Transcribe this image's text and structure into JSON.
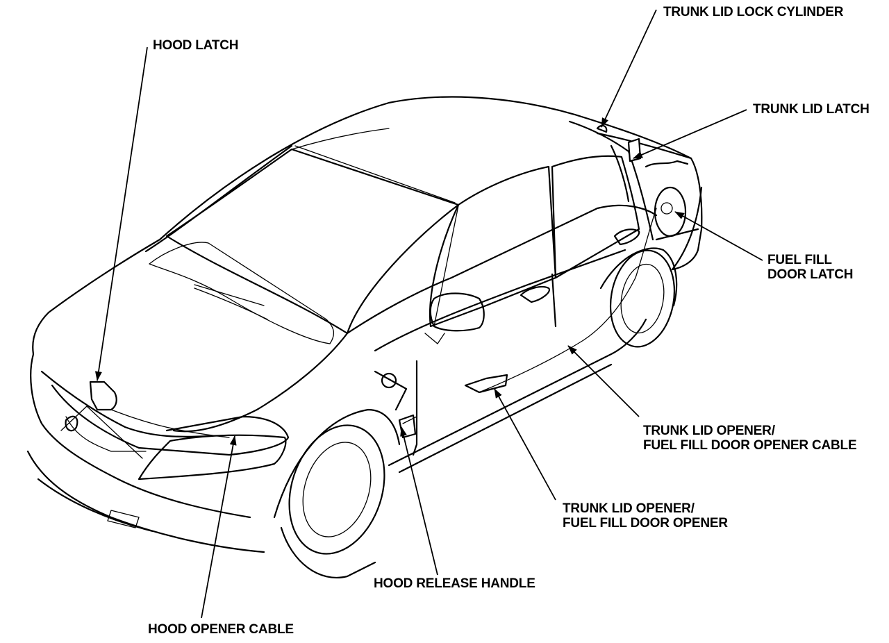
{
  "callouts": {
    "hood_latch": "HOOD LATCH",
    "trunk_lid_lock_cylinder": "TRUNK LID LOCK CYLINDER",
    "trunk_lid_latch": "TRUNK LID LATCH",
    "fuel_fill_door_latch": [
      "FUEL FILL",
      "DOOR LATCH"
    ],
    "trunk_opener_cable": [
      "TRUNK LID OPENER/",
      "FUEL FILL DOOR OPENER CABLE"
    ],
    "trunk_opener": [
      "TRUNK LID OPENER/",
      "FUEL FILL DOOR OPENER"
    ],
    "hood_release_handle": "HOOD RELEASE HANDLE",
    "hood_opener_cable": "HOOD OPENER CABLE"
  },
  "colors": {
    "ink": "#000000",
    "paper": "#ffffff"
  }
}
